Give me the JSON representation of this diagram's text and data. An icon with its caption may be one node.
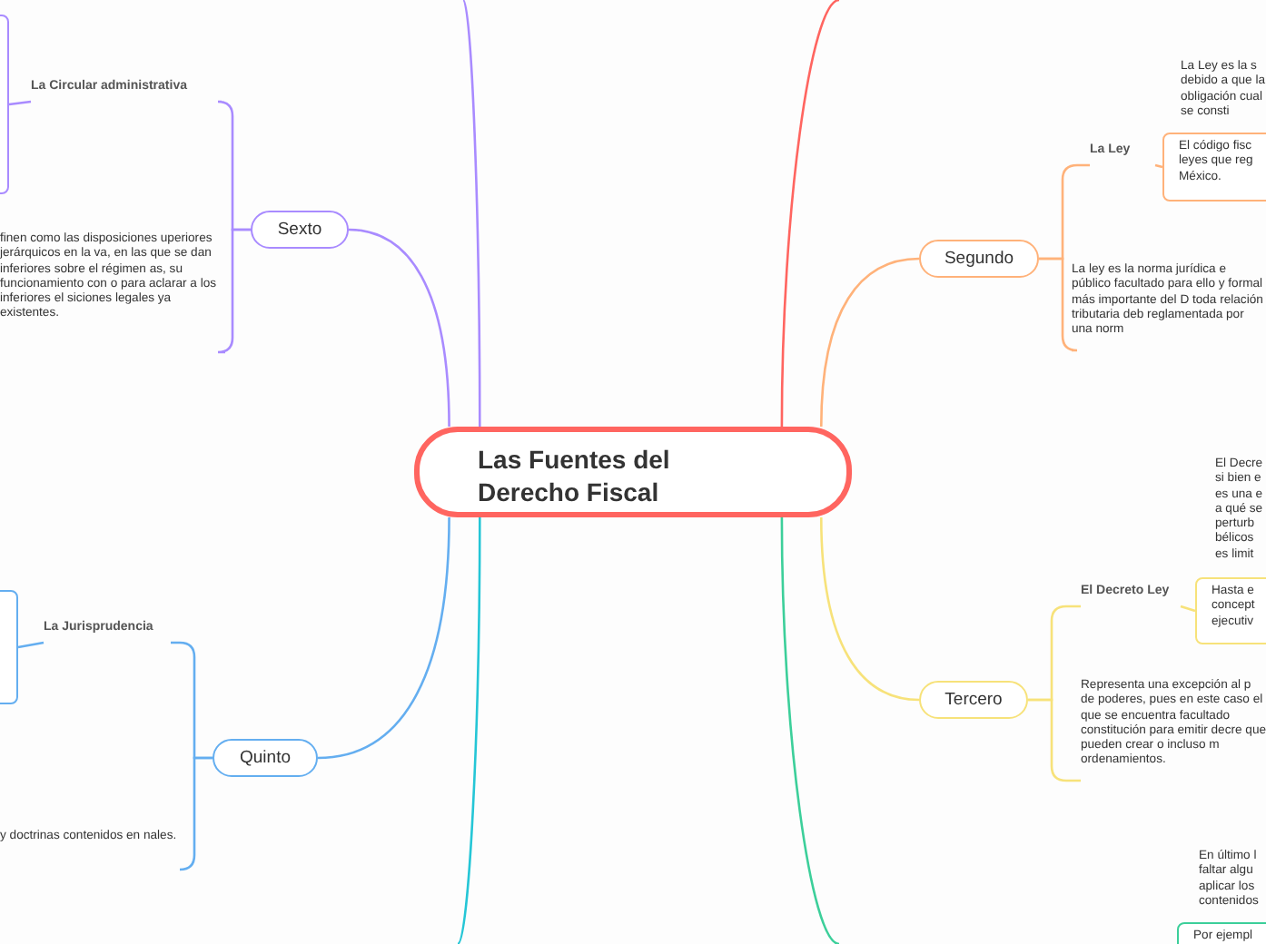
{
  "diagram": {
    "nodes": [
      {
        "text": [
          "Las Fuentes del Derecho Fiscal"
        ]
      },
      {
        "text": [
          "Sexto"
        ]
      },
      {
        "text": [
          "La Circular administrativa"
        ]
      },
      {
        "text": [],
        "shape": "box"
      },
      {
        "text": [
          "finen como las disposiciones uperiores jerárquicos en la va, en las que se dan inferiores sobre el régimen as, su funcionamiento con o para aclarar a los inferiores el siciones legales ya existentes."
        ]
      },
      {
        "text": [
          "Quinto"
        ]
      },
      {
        "text": [
          "La Jurisprudencia"
        ]
      },
      {
        "text": [],
        "shape": "box"
      },
      {
        "text": [
          "y doctrinas contenidos en nales."
        ]
      },
      {
        "text": [
          "Segundo"
        ]
      },
      {
        "text": [
          "La Ley"
        ]
      },
      {
        "text": [
          "La Ley es la s debido a que la obligación cual se consti"
        ]
      },
      {
        "text": [
          "El código fisc leyes que reg México."
        ]
      },
      {
        "text": [
          "La ley es la norma jurídica e público facultado para ello y formal más importante del D toda relación tributaria deb reglamentada por una norm"
        ]
      },
      {
        "text": [
          "Tercero"
        ]
      },
      {
        "text": [
          "El Decreto Ley"
        ]
      },
      {
        "text": [
          "El Decre si bien e es una e a qué se perturb bélicos es limit"
        ]
      },
      {
        "text": [
          "Hasta e concept ejecutiv"
        ]
      },
      {
        "text": [
          "Representa una excepción al p de poderes, pues en este caso el que se encuentra facultado constitución para emitir decre que pueden crear o incluso m ordenamientos."
        ]
      },
      {
        "text": [
          "En último l faltar algu aplicar los contenidos"
        ]
      },
      {
        "text": [
          "Por ejempl"
        ]
      }
    ],
    "edges": [
      {
        "from": 0,
        "to": 1,
        "arrow": "none",
        "color": "#a98bff"
      },
      {
        "from": 1,
        "to": 2,
        "arrow": "none",
        "color": "#a98bff"
      },
      {
        "from": 2,
        "to": 3,
        "arrow": "none",
        "color": "#a98bff"
      },
      {
        "from": 1,
        "to": 4,
        "arrow": "none",
        "color": "#a98bff"
      },
      {
        "from": 0,
        "to": 5,
        "arrow": "none",
        "color": "#64aef0"
      },
      {
        "from": 5,
        "to": 6,
        "arrow": "none",
        "color": "#64aef0"
      },
      {
        "from": 6,
        "to": 7,
        "arrow": "none",
        "color": "#64aef0"
      },
      {
        "from": 5,
        "to": 8,
        "arrow": "none",
        "color": "#64aef0"
      },
      {
        "from": 0,
        "to": 9,
        "arrow": "none",
        "color": "#ffb27a"
      },
      {
        "from": 9,
        "to": 10,
        "arrow": "none",
        "color": "#ffb27a"
      },
      {
        "from": 10,
        "to": 12,
        "arrow": "none",
        "color": "#ffb27a"
      },
      {
        "from": 9,
        "to": 13,
        "arrow": "none",
        "color": "#ffb27a"
      },
      {
        "from": 0,
        "to": 14,
        "arrow": "none",
        "color": "#f7e27a"
      },
      {
        "from": 14,
        "to": 15,
        "arrow": "none",
        "color": "#f7e27a"
      },
      {
        "from": 15,
        "to": 17,
        "arrow": "none",
        "color": "#f7e27a"
      },
      {
        "from": 14,
        "to": 18,
        "arrow": "none",
        "color": "#f7e27a"
      },
      {
        "from": 0,
        "to": null,
        "arrow": "none",
        "color": "#a98bff"
      },
      {
        "from": 0,
        "to": null,
        "arrow": "none",
        "color": "#ff6560"
      },
      {
        "from": 0,
        "to": null,
        "arrow": "none",
        "color": "#25c6d6"
      },
      {
        "from": 0,
        "to": null,
        "arrow": "none",
        "color": "#3ccf9a"
      }
    ]
  }
}
